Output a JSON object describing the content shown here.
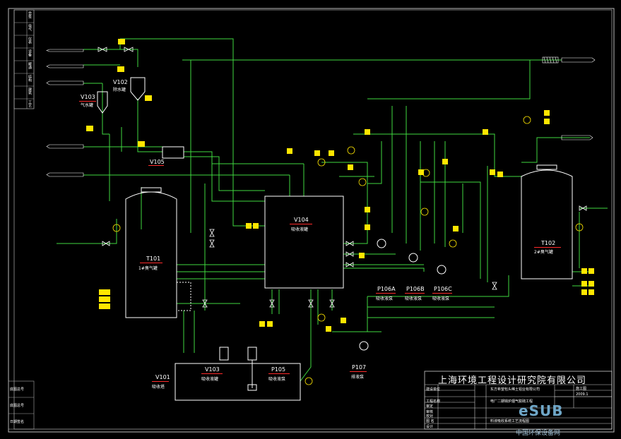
{
  "company": "上海环境工程设计研究院有限公司",
  "equipment": [
    {
      "id": "T101",
      "name": "1#臭气罐"
    },
    {
      "id": "T102",
      "name": "2#臭气罐"
    },
    {
      "id": "V101",
      "name": "吸收塔"
    },
    {
      "id": "V102",
      "name": "除水罐"
    },
    {
      "id": "V103",
      "name": "气水罐"
    },
    {
      "id": "V103b",
      "name": "吸收液罐"
    },
    {
      "id": "V104",
      "name": "吸收液罐"
    },
    {
      "id": "V105",
      "name": ""
    },
    {
      "id": "P105",
      "name": "吸收液泵"
    },
    {
      "id": "P106A",
      "name": "吸收液泵"
    },
    {
      "id": "P106B",
      "name": "吸收液泵"
    },
    {
      "id": "P106C",
      "name": "吸收液泵"
    },
    {
      "id": "P107",
      "name": "排液泵"
    }
  ],
  "title_block": {
    "rows": [
      "建设单位",
      "工程名称",
      "图  名"
    ],
    "client": "东方希望包头稀土铝业有限公司",
    "project": "电厂二期锅炉烟气脱硫工程",
    "drawing": "料液吸收系统工艺流程图",
    "stage_label": "施工图",
    "date": "2009.1",
    "roles": [
      "审定",
      "审核",
      "校对",
      "设计"
    ]
  },
  "left_column": [
    "会签",
    "电气",
    "仪表",
    "设备",
    "暖通",
    "结构",
    "建筑",
    "工艺"
  ],
  "left_bottom": [
    "底图总号",
    "底图总号",
    "日期签名"
  ],
  "watermark": {
    "logo": "eSUB",
    "caption": "中国环保设备网"
  }
}
